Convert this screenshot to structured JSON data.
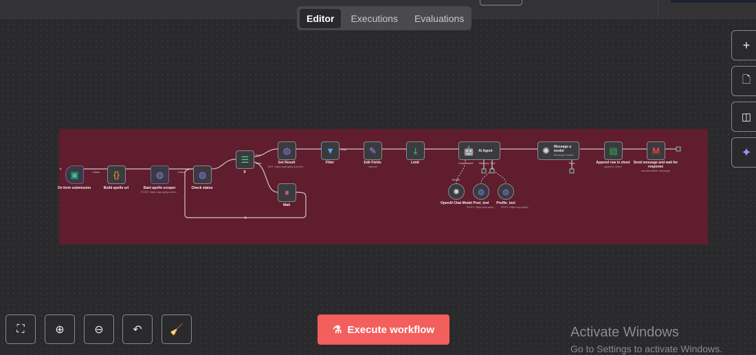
{
  "tabs": [
    {
      "label": "Editor",
      "active": true
    },
    {
      "label": "Executions"
    },
    {
      "label": "Evaluations"
    }
  ],
  "region_color": "#5f1d2e",
  "nodes": {
    "form": {
      "label": "On form submission",
      "icon": "form-icon"
    },
    "build": {
      "label": "Build apollo url",
      "icon": "code-braces-icon"
    },
    "start": {
      "label": "Start apollo scraper",
      "sub": "POST: https://api.apify.com/v...",
      "icon": "globe-icon"
    },
    "check": {
      "label": "Check status",
      "icon": "globe-icon"
    },
    "if": {
      "label": "If",
      "true": "true",
      "false": "false",
      "icon": "if-icon"
    },
    "get": {
      "label": "Get Result",
      "sub": "GET: https://api.apify.com/v2/...",
      "icon": "globe-icon"
    },
    "wait": {
      "label": "Wait",
      "icon": "pause-icon"
    },
    "filter": {
      "label": "Filter",
      "icon": "filter-icon"
    },
    "edit": {
      "label": "Edit Fields",
      "sub": "manual",
      "icon": "pencil-icon"
    },
    "limit": {
      "label": "Limit",
      "icon": "limit-icon"
    },
    "agent": {
      "label": "AI Agent",
      "chat": "Chat Model*",
      "memory": "Memory",
      "tool": "Tool",
      "icon": "robot-icon"
    },
    "message": {
      "label": "Message a model",
      "sub": "Message Model",
      "tools": "Tools",
      "icon": "openai-icon"
    },
    "sheet": {
      "label": "Append row in sheet",
      "sub": "append: sheet",
      "icon": "sheets-icon"
    },
    "gmail": {
      "label": "Send message and wait for response",
      "sub": "sendAndWait: message",
      "icon": "gmail-icon"
    },
    "openai": {
      "label": "OpenAI Chat Model",
      "model": "Model",
      "icon": "openai-icon"
    },
    "post": {
      "label": "Post_tool",
      "sub": "POST: https://api.apify...",
      "icon": "globe-icon"
    },
    "profile": {
      "label": "Profile_tool",
      "sub": "POST: https://api.apify...",
      "icon": "globe-icon"
    }
  },
  "edge_labels": {
    "e1": "1 item",
    "e2": "1 item",
    "filter_out": "Kept"
  },
  "controls": [
    "fit-view",
    "zoom-in",
    "zoom-out",
    "undo",
    "tidy-up"
  ],
  "execute_label": "Execute workflow",
  "execute_color": "#f25f5c",
  "watermark": {
    "line1": "Activate Windows",
    "line2": "Go to Settings to activate Windows."
  }
}
